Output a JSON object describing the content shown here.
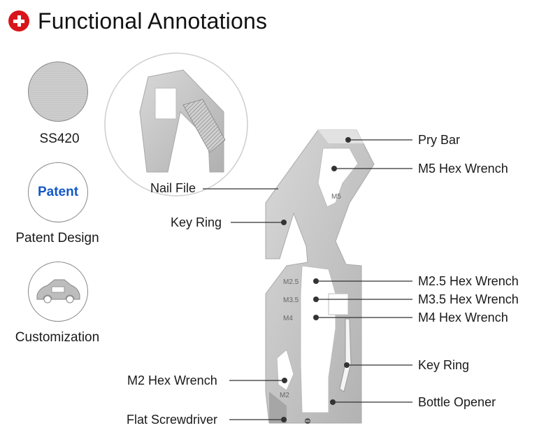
{
  "header": {
    "title": "Functional Annotations"
  },
  "features": [
    {
      "label": "SS420"
    },
    {
      "label": "Patent Design",
      "badge": "Patent"
    },
    {
      "label": "Customization"
    }
  ],
  "callouts": {
    "pry_bar": "Pry Bar",
    "m5": "M5 Hex Wrench",
    "nail_file": "Nail File",
    "key_ring_top": "Key Ring",
    "m25": "M2.5 Hex Wrench",
    "m35": "M3.5 Hex Wrench",
    "m4": "M4 Hex Wrench",
    "key_ring_bottom": "Key Ring",
    "m2": "M2 Hex Wrench",
    "bottle_opener": "Bottle Opener",
    "flat_screwdriver": "Flat Screwdriver"
  },
  "tool_markings": {
    "m5": "M5",
    "m25": "M2.5",
    "m35": "M3.5",
    "m4": "M4",
    "m2": "M2"
  },
  "colors": {
    "accent": "#d8141c",
    "patent": "#1558c7",
    "steel": "#c9c9c9"
  }
}
